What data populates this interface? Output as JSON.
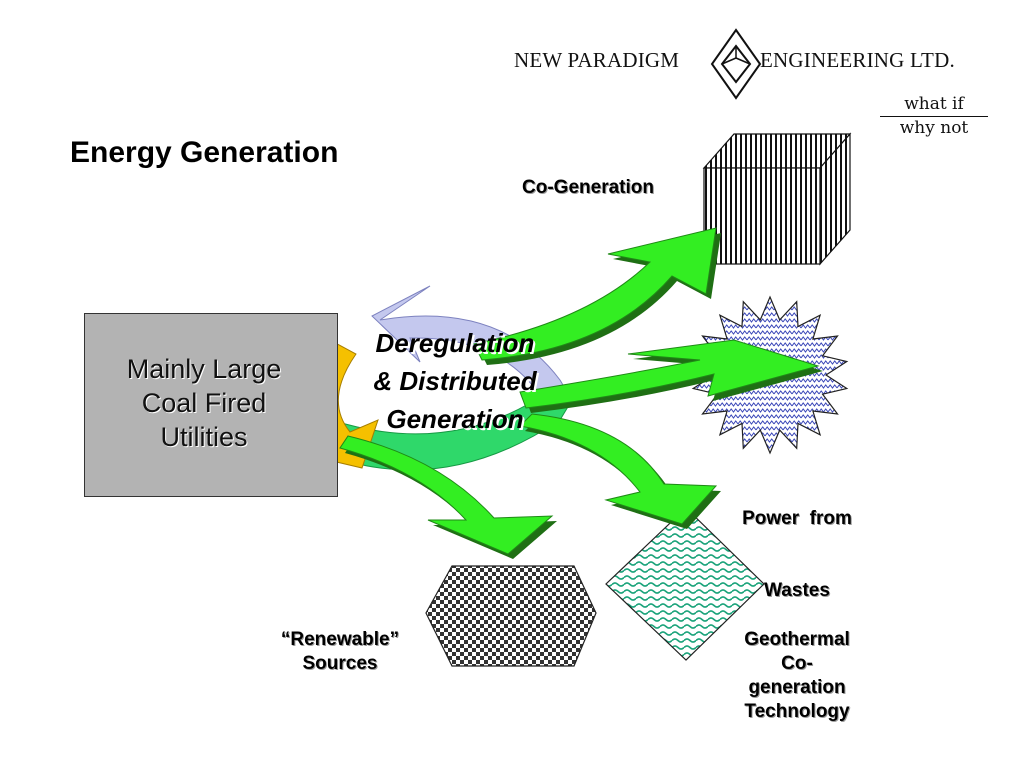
{
  "logo": {
    "left_text": "NEW PARADIGM",
    "right_text": "ENGINEERING LTD.",
    "icon": "diamond-cube-icon"
  },
  "tagline": {
    "top": "what if",
    "bottom": "why not"
  },
  "title": "Energy Generation",
  "source": {
    "lines": [
      "Mainly Large",
      "Coal Fired",
      "Utilities"
    ]
  },
  "center": {
    "lines": [
      "Deregulation",
      "& Distributed",
      "Generation"
    ]
  },
  "targets": {
    "cogeneration": {
      "lines": [
        "Co-Generation"
      ]
    },
    "power_from_wastes": {
      "lines": [
        "Power  from",
        "Wastes"
      ]
    },
    "geothermal": {
      "lines": [
        "Geothermal",
        "Co-",
        "generation",
        "Technology"
      ]
    },
    "renewable": {
      "lines": [
        "“Renewable”",
        "Sources"
      ]
    }
  },
  "colors": {
    "arrow_green": "#33ee22",
    "arrow_shadow": "#1f6f14",
    "cycle_yellow": "#f5c000",
    "cycle_lavender": "#c4c8ee",
    "cycle_green": "#2fd86a",
    "source_gray": "#b3b3b3"
  }
}
